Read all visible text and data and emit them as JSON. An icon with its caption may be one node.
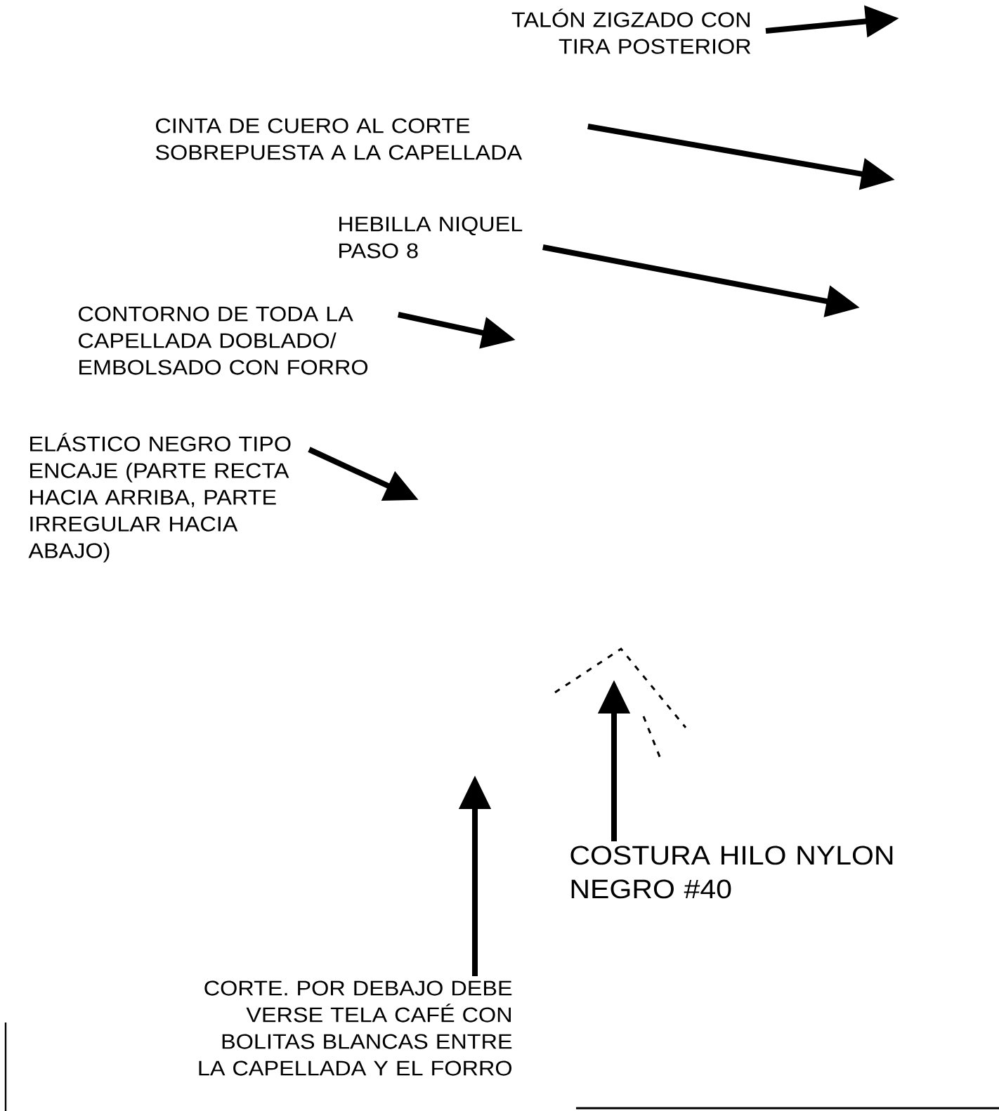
{
  "diagram": {
    "nodes": [
      {
        "text": [
          "TALÓN ZIGZADO CON TIRA POSTERIOR"
        ]
      },
      {
        "text": [
          "CINTA DE CUERO AL CORTE SOBREPUESTA A LA CAPELLADA"
        ]
      },
      {
        "text": [
          "HEBILLA NIQUEL PASO 8"
        ]
      },
      {
        "text": [
          "CONTORNO DE TODA LA CAPELLADA DOBLADO/ EMBOLSADO CON FORRO"
        ]
      },
      {
        "text": [
          "ELÁSTICO NEGRO TIPO ENCAJE (PARTE RECTA HACIA ARRIBA, PARTE IRREGULAR HACIA ABAJO)"
        ]
      },
      {
        "text": [
          "COSTURA HILO NYLON NEGRO #40"
        ]
      },
      {
        "text": [
          "CORTE. POR DEBAJO DEBE VERSE TELA CAFÉ CON BOLITAS BLANCAS ENTRE LA CAPELLADA Y EL FORRO"
        ]
      }
    ],
    "edges": [
      {
        "from": 0,
        "to": null,
        "arrow": "to"
      },
      {
        "from": 1,
        "to": null,
        "arrow": "to"
      },
      {
        "from": 2,
        "to": null,
        "arrow": "to"
      },
      {
        "from": 3,
        "to": null,
        "arrow": "to"
      },
      {
        "from": 4,
        "to": null,
        "arrow": "to"
      },
      {
        "from": 5,
        "to": null,
        "arrow": "to"
      },
      {
        "from": 6,
        "to": null,
        "arrow": "to"
      }
    ]
  }
}
